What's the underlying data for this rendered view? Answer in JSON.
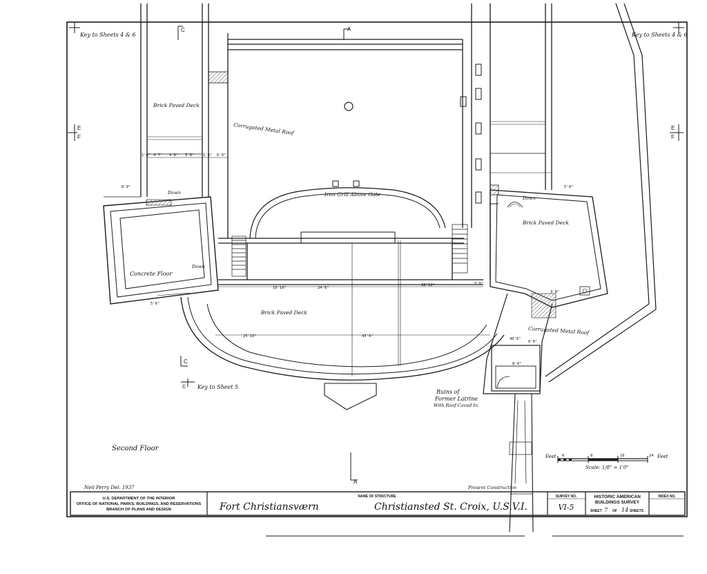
{
  "colors": {
    "ink": "#1a1a1a",
    "paper": "#ffffff",
    "hatch": "#555555"
  },
  "corner_keys": {
    "top_left": "Key to Sheets 4 & 6",
    "top_right": "Key to Sheets 4 & 6",
    "bottom_left": "Key to Sheet 5"
  },
  "section_markers": {
    "a": "A",
    "c": "C",
    "e": "E",
    "f": "F"
  },
  "room_labels": {
    "brick_deck_left": "Brick Paved Deck",
    "corrugated_roof_top": "Corrugated Metal Roof",
    "iron_grill": "Iron Grill Above Gate",
    "brick_deck_right": "Brick Paved Deck",
    "concrete_floor": "Concrete Floor",
    "brick_deck_center": "Brick Paved Deck",
    "corrugated_roof_right": "Corrugated Metal Roof",
    "ruins_line1": "Ruins of",
    "ruins_line2": "Former Latrine",
    "ruins_line3": "With Roof Caved In.",
    "down_left": "Down",
    "down_left2": "Down",
    "down_right": "Down",
    "second_floor": "Second Floor",
    "present_construction": "Present Construction",
    "delineator": "Neil Perry Del. 1937"
  },
  "dimensions": {
    "d1": "1'6\"",
    "d2": "4'7\"",
    "d3": "4'8\"",
    "d4": "5'8\"",
    "d5": "1'6\"",
    "d6": "6'0\"",
    "d7": "8'9\"",
    "d8": "15'10\"",
    "d9": "24'8\"",
    "d10": "18'11\"",
    "d11": "5'8\"",
    "d12": "25'10\"",
    "d13": "43'4\"",
    "d14": "40'6\"",
    "d15": "6'0\"",
    "d16": "8'4\"",
    "d17": "5'0\"",
    "d18": "3'8\"",
    "d19": "5'6\""
  },
  "scale": {
    "label_left": "Feet",
    "label_right": "Feet",
    "ticks": [
      "0",
      "8",
      "16",
      "24"
    ],
    "note": "Scale: 1/8\" = 1'0\""
  },
  "title_block": {
    "dept_line1": "U.S. DEPARTMENT OF THE INTERIOR",
    "dept_line2": "OFFICE OF NATIONAL PARKS, BUILDINGS, AND RESERVATIONS",
    "dept_line3": "BRANCH OF PLANS AND DESIGN",
    "name_heading": "NAME OF STRUCTURE",
    "structure": "Fort Christiansværn",
    "location": "Christiansted St. Croix, U.S.V.I.",
    "survey_heading": "SURVEY NO.",
    "survey_no": "VI-5",
    "habs_line1": "HISTORIC AMERICAN",
    "habs_line2": "BUILDINGS SURVEY",
    "sheet_prefix": "SHEET",
    "sheet_no": "7",
    "sheet_of": "OF",
    "sheet_total": "14",
    "sheet_suffix": "SHEETS",
    "index_heading": "INDEX NO."
  }
}
